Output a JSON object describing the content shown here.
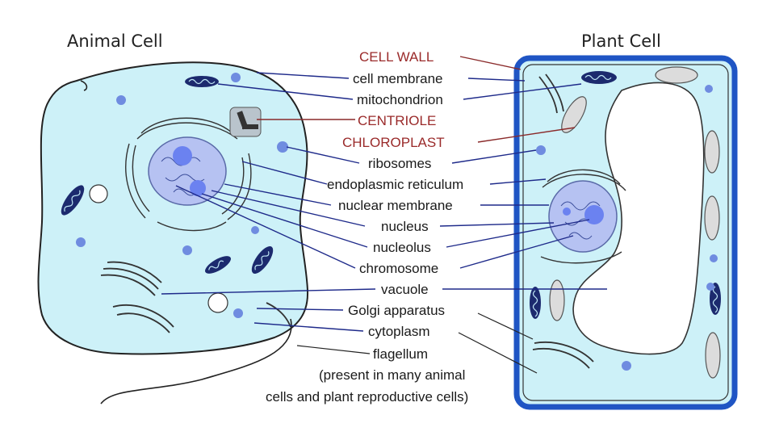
{
  "titles": {
    "animal": "Animal Cell",
    "plant": "Plant Cell"
  },
  "labels": [
    {
      "key": "cell_wall",
      "text": "CELL WALL"
    },
    {
      "key": "cell_membrane",
      "text": "cell membrane"
    },
    {
      "key": "mitochondrion",
      "text": "mitochondrion"
    },
    {
      "key": "centriole",
      "text": "CENTRIOLE"
    },
    {
      "key": "chloroplast",
      "text": "CHLOROPLAST"
    },
    {
      "key": "ribosomes",
      "text": "ribosomes"
    },
    {
      "key": "er",
      "text": "endoplasmic reticulum"
    },
    {
      "key": "nuclear_membrane",
      "text": "nuclear membrane"
    },
    {
      "key": "nucleus",
      "text": "nucleus"
    },
    {
      "key": "nucleolus",
      "text": "nucleolus"
    },
    {
      "key": "chromosome",
      "text": "chromosome"
    },
    {
      "key": "vacuole",
      "text": "vacuole"
    },
    {
      "key": "golgi",
      "text": "Golgi apparatus"
    },
    {
      "key": "cytoplasm",
      "text": "cytoplasm"
    },
    {
      "key": "flagellum",
      "text": "flagellum"
    },
    {
      "key": "note1",
      "text": "(present in many animal"
    },
    {
      "key": "note2",
      "text": "cells and plant reproductive cells)"
    }
  ],
  "colors": {
    "cytoplasm": "#cdf1f8",
    "cell_outline": "#222222",
    "cell_wall": "#1f55c4",
    "nucleus": "#b6c2f2",
    "nucleolus": "#6b82f0",
    "organelle_dark": "#1c2a6e",
    "chloroplast": "#dcdcdc",
    "label_red": "#9a2a2a",
    "leader_blue": "#1e2a8a"
  }
}
